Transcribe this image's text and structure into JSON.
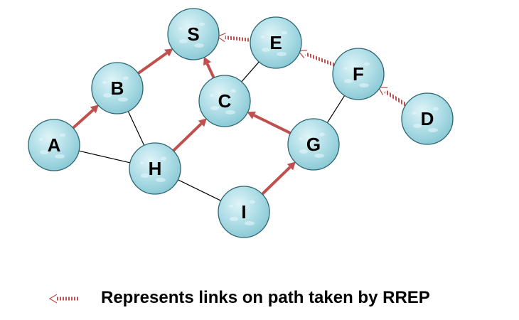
{
  "diagram": {
    "nodes": [
      {
        "id": "S",
        "label": "S"
      },
      {
        "id": "E",
        "label": "E"
      },
      {
        "id": "B",
        "label": "B"
      },
      {
        "id": "C",
        "label": "C"
      },
      {
        "id": "F",
        "label": "F"
      },
      {
        "id": "A",
        "label": "A"
      },
      {
        "id": "D",
        "label": "D"
      },
      {
        "id": "G",
        "label": "G"
      },
      {
        "id": "H",
        "label": "H"
      },
      {
        "id": "I",
        "label": "I"
      }
    ],
    "links": [
      {
        "from": "B",
        "to": "H"
      },
      {
        "from": "A",
        "to": "H"
      },
      {
        "from": "H",
        "to": "I"
      },
      {
        "from": "C",
        "to": "E"
      },
      {
        "from": "F",
        "to": "G"
      }
    ],
    "forward_arrows": [
      {
        "from": "A",
        "to": "B"
      },
      {
        "from": "B",
        "to": "S"
      },
      {
        "from": "C",
        "to": "S"
      },
      {
        "from": "H",
        "to": "C"
      },
      {
        "from": "G",
        "to": "C"
      },
      {
        "from": "I",
        "to": "G"
      }
    ],
    "rrep_arrows": [
      {
        "from": "E",
        "to": "S"
      },
      {
        "from": "F",
        "to": "E"
      },
      {
        "from": "D",
        "to": "F"
      }
    ],
    "colors": {
      "node_fill": "#a9dbe4",
      "node_stroke": "#2c6672",
      "link": "#000000",
      "arrow": "#c0504d"
    }
  },
  "legend": {
    "text": "Represents links on path taken by RREP"
  }
}
